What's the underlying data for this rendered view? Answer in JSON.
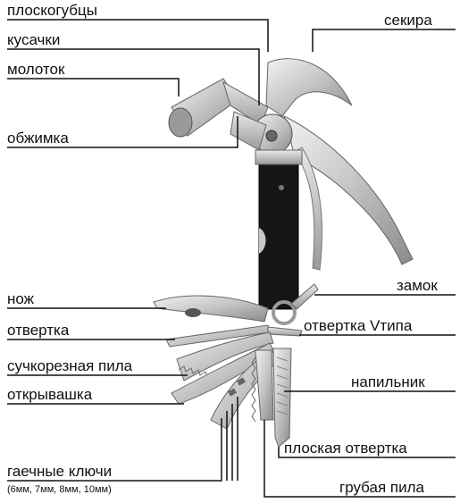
{
  "labels": {
    "pliers": "плоскогубцы",
    "axe": "секира",
    "cutters": "кусачки",
    "hammer": "молоток",
    "crimper": "обжимка",
    "lock": "замок",
    "knife": "нож",
    "screwdriver": "отвертка",
    "v_screwdriver": "отвертка Vтипа",
    "branch_saw": "сучкорезная пила",
    "opener": "открывашка",
    "file": "напильник",
    "wrenches": "гаечные ключи",
    "wrench_sizes": "(6мм, 7мм, 8мм, 10мм)",
    "flat_screwdriver": "плоская отвертка",
    "rough_saw": "грубая пила"
  },
  "colors": {
    "steel_light": "#e4e4e4",
    "steel_mid": "#b8b8b8",
    "steel_dark": "#7a7a7a",
    "handle_black": "#151515",
    "leader_line": "#111111"
  }
}
